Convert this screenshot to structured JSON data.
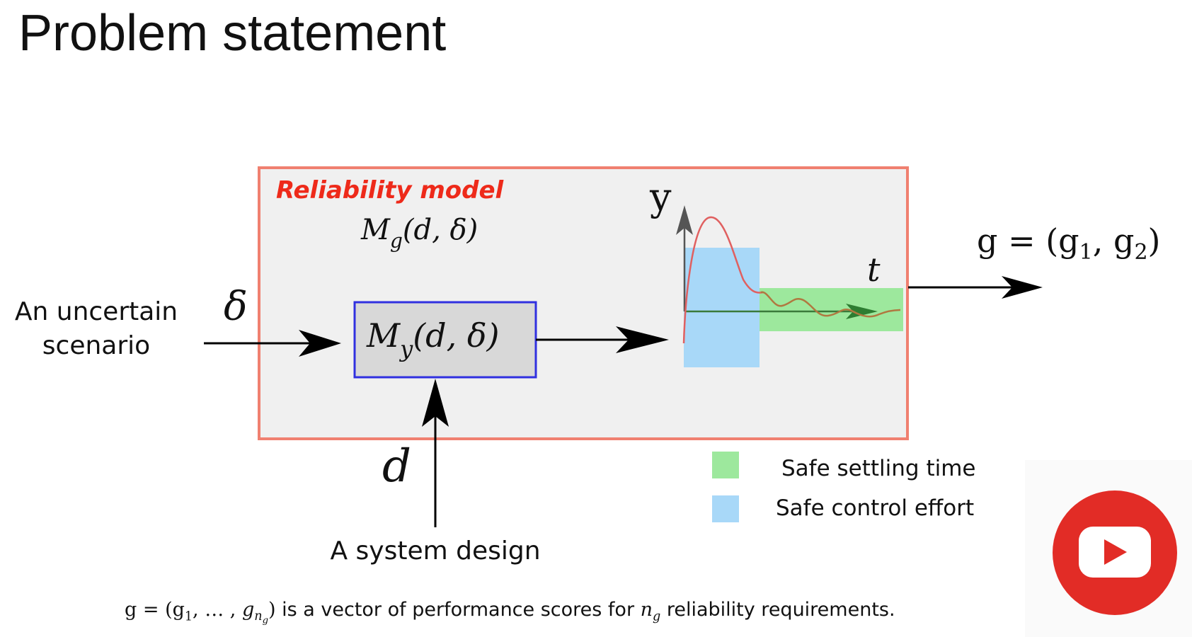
{
  "slide": {
    "title": "Problem statement"
  },
  "diagram": {
    "box_title": "Reliability model",
    "model_label": {
      "base": "M",
      "sub": "g",
      "args": "(d, δ)"
    },
    "block_label": {
      "base": "M",
      "sub": "y",
      "args": "(d, δ)"
    },
    "input_label_line1": "An uncertain",
    "input_label_line2": "scenario",
    "delta_symbol": "δ",
    "design_symbol": "d",
    "design_label": "A system design",
    "axis_y": "y",
    "axis_t": "t",
    "output_label": {
      "lhs": "g = (g",
      "sub1": "1",
      "mid": ", g",
      "sub2": "2",
      "rhs": ")"
    },
    "legend": [
      {
        "label": "Safe settling time",
        "color": "#9de89d"
      },
      {
        "label": "Safe control effort",
        "color": "#a8d8f8"
      }
    ]
  },
  "footnote": {
    "vector_lhs": "g = (g",
    "sub1": "1",
    "dots": ", … , ",
    "gn": "g",
    "ng_sub": "n",
    "ng_subsub": "g",
    "vector_close": ")",
    "text_mid": " is a vector of performance scores for ",
    "n": "n",
    "n_sub": "g",
    "text_end": " reliability requirements."
  },
  "colors": {
    "box_border": "#f08070",
    "box_fill": "#f0f0f0",
    "title_red": "#ee2a1a",
    "block_border": "#3030e0",
    "block_fill": "#d8d8d8",
    "curve_red": "#e06060",
    "curve_brown": "#b07840",
    "youtube_red": "#e22c26"
  },
  "icons": {
    "youtube": "youtube-play-icon"
  }
}
